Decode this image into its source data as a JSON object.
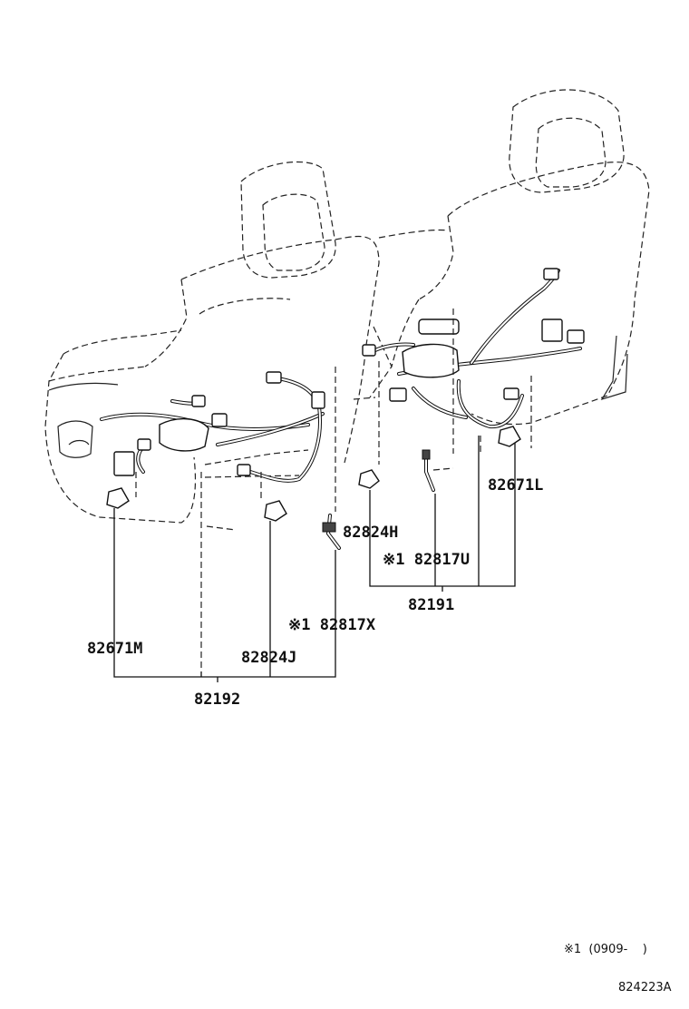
{
  "diagram": {
    "parts": {
      "p82671L": "82671L",
      "p82824H": "82824H",
      "p82817U": "※1 82817U",
      "p82191": "82191",
      "p82817X": "※1 82817X",
      "p82671M": "82671M",
      "p82824J": "82824J",
      "p82192": "82192"
    },
    "footnote": "※1  (0909-    )",
    "figure_code": "824223A"
  }
}
